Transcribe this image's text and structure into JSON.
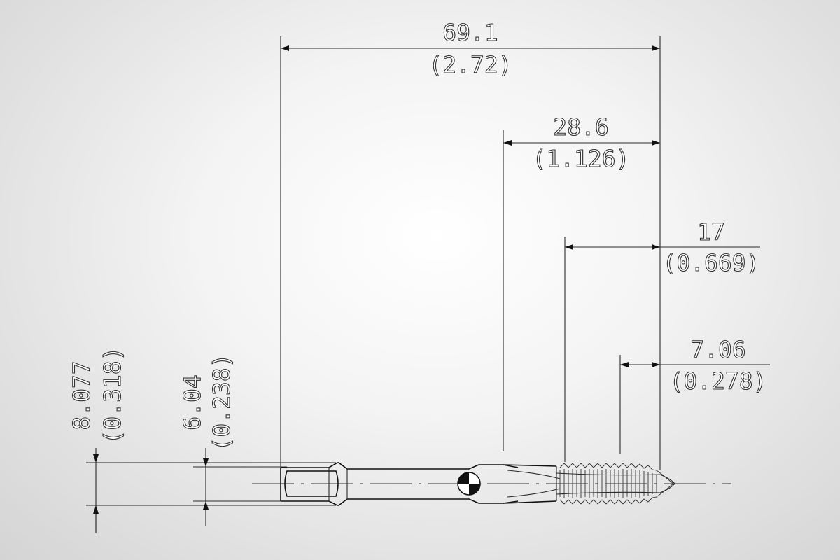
{
  "dimensions": {
    "overall_length": {
      "mm": "69.1",
      "inch": "(2.72)"
    },
    "thread_length": {
      "mm": "28.6",
      "inch": "(1.126)"
    },
    "flute_length": {
      "mm": "17",
      "inch": "(0.669)"
    },
    "chamfer_length": {
      "mm": "7.06",
      "inch": "(0.278)"
    },
    "shank_diameter": {
      "mm": "8.077",
      "inch": "(0.318)"
    },
    "square_size": {
      "mm": "6.04",
      "inch": "(0.238)"
    }
  }
}
